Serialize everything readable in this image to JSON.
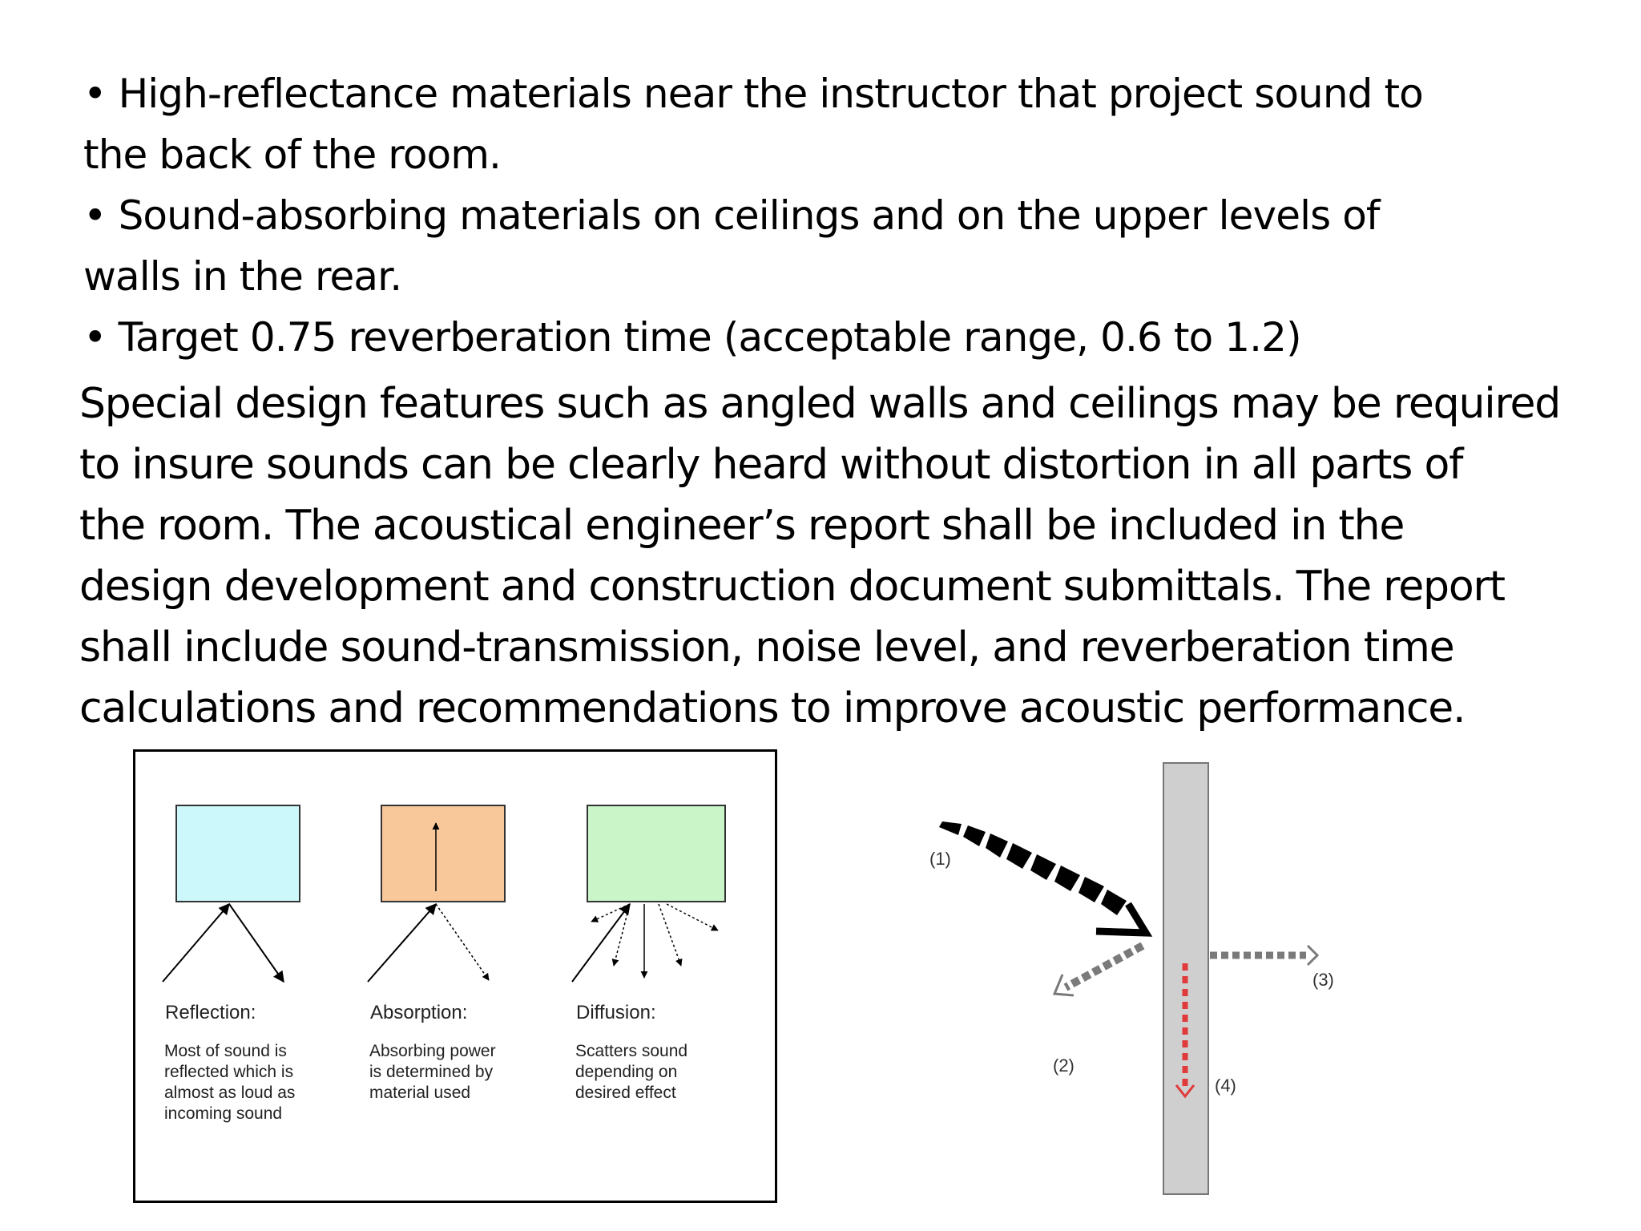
{
  "bullets": [
    {
      "lines": [
        "• High-reflectance materials near the instructor that project sound to",
        "the back of the room."
      ]
    },
    {
      "lines": [
        "• Sound-absorbing materials on ceilings and on the upper levels of",
        "walls in the rear."
      ]
    },
    {
      "lines": [
        "• Target 0.75 reverberation time (acceptable range, 0.6 to 1.2)"
      ]
    }
  ],
  "paragraph": {
    "lines": [
      "Special design features such as angled walls and ceilings may be required",
      "to insure sounds can be clearly heard without distortion in all parts of",
      "the room. The acoustical engineer’s report shall be included in the",
      "design development and construction document submittals. The report",
      "shall include sound-transmission, noise level, and reverberation time",
      "calculations and recommendations to improve acoustic performance."
    ]
  },
  "figure_left": {
    "panels": [
      {
        "title": "Reflection:",
        "lines": [
          "Most of sound is",
          "reflected which is",
          "almost as loud as",
          "incoming sound"
        ],
        "fill": "#cdf8fb"
      },
      {
        "title": "Absorption:",
        "lines": [
          "Absorbing power",
          "is determined by",
          "material used"
        ],
        "fill": "#f9c89a"
      },
      {
        "title": "Diffusion:",
        "lines": [
          "Scatters sound",
          "depending on",
          "desired effect"
        ],
        "fill": "#c9f5c9"
      }
    ]
  },
  "figure_right": {
    "labels": [
      "(1)",
      "(2)",
      "(3)",
      "(4)"
    ],
    "wall_color": "#cfcfcf",
    "arrow4_color": "#e03a3a",
    "dashed_color": "#808080"
  }
}
